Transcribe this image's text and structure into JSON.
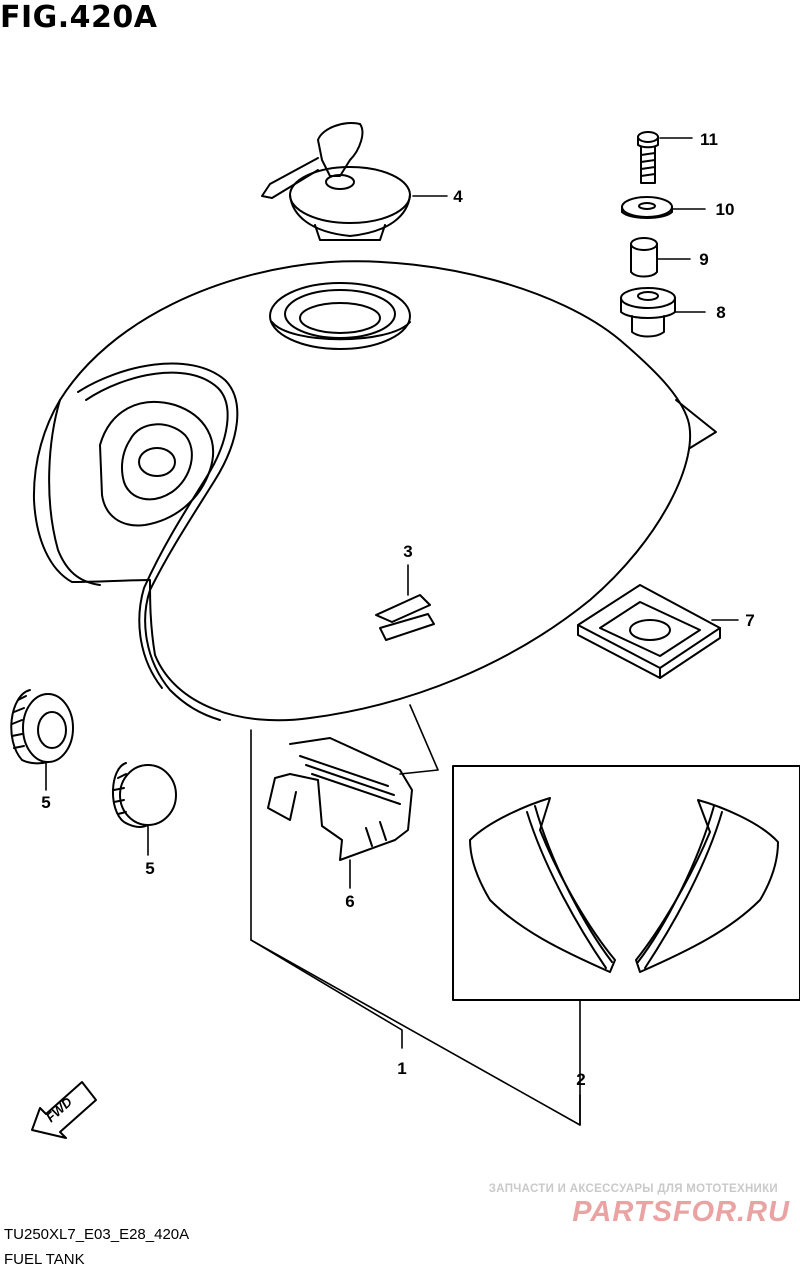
{
  "figure": {
    "title": "FIG.420A",
    "model_code": "TU250XL7_E03_E28_420A",
    "assembly_name": "FUEL TANK"
  },
  "callouts": [
    {
      "id": "c1",
      "label": "1"
    },
    {
      "id": "c2",
      "label": "2"
    },
    {
      "id": "c3",
      "label": "3"
    },
    {
      "id": "c4",
      "label": "4"
    },
    {
      "id": "c5a",
      "label": "5"
    },
    {
      "id": "c5b",
      "label": "5"
    },
    {
      "id": "c6",
      "label": "6"
    },
    {
      "id": "c7",
      "label": "7"
    },
    {
      "id": "c8",
      "label": "8"
    },
    {
      "id": "c9",
      "label": "9"
    },
    {
      "id": "c10",
      "label": "10"
    },
    {
      "id": "c11",
      "label": "11"
    }
  ],
  "fwd_arrow": {
    "label": "FWD"
  },
  "watermark": {
    "tagline": "ЗАПЧАСТИ И АКСЕССУАРЫ ДЛЯ МОТОТЕХНИКИ",
    "brand": "PARTSFOR.RU"
  }
}
